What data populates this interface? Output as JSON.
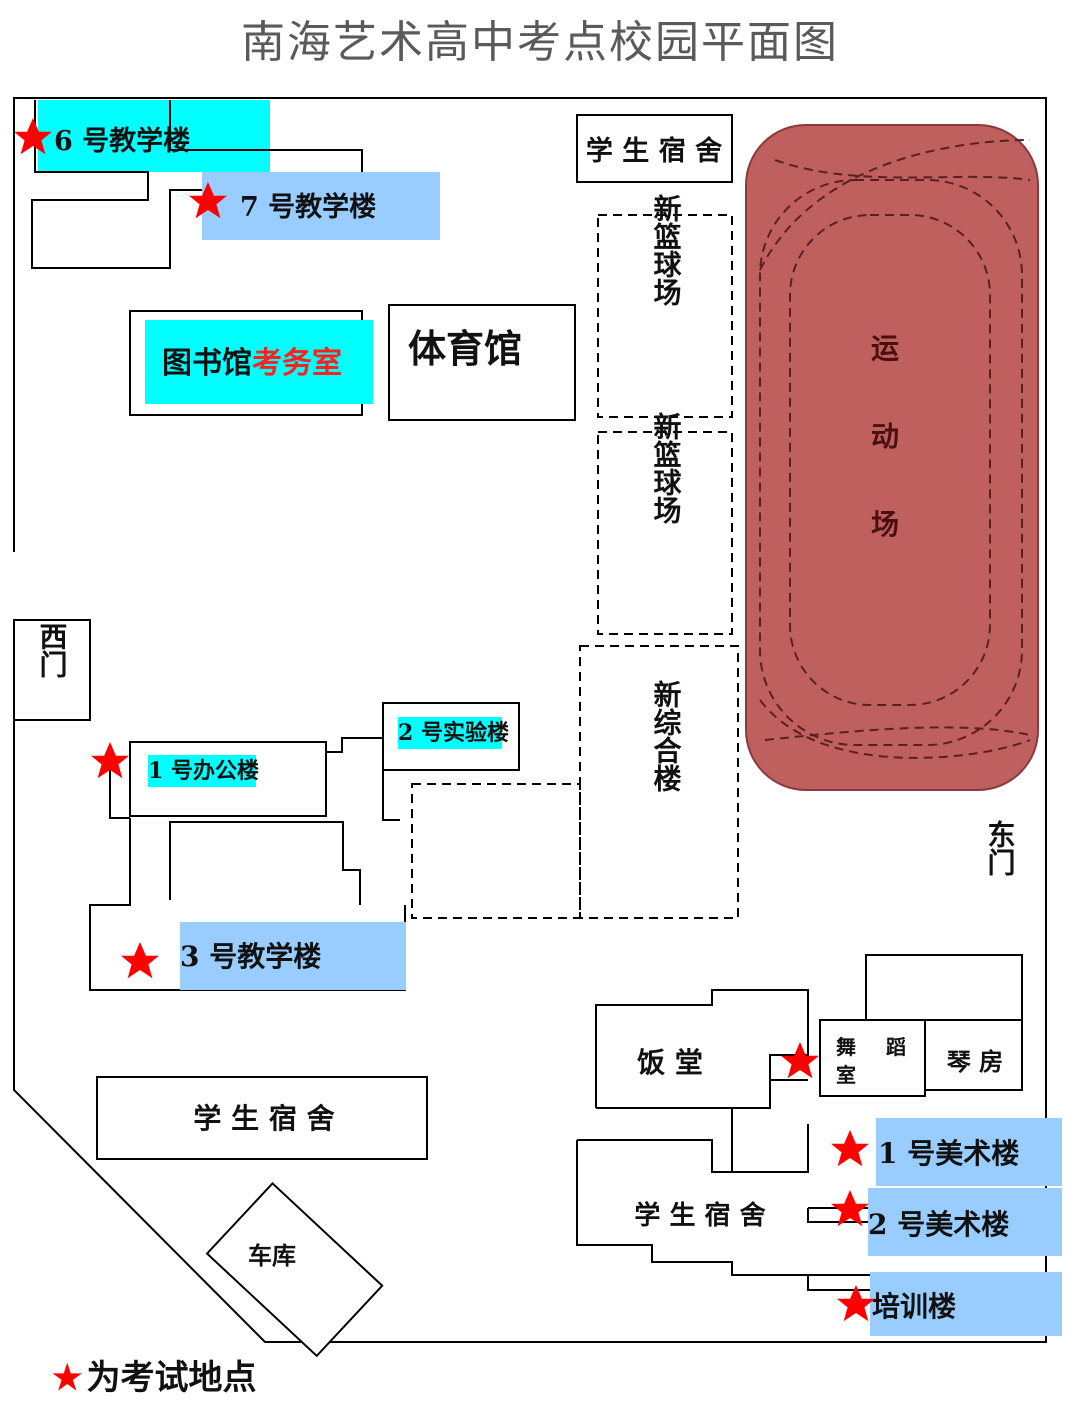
{
  "title": "南海艺术高中考点校园平面图",
  "colors": {
    "cyan": "#00ffff",
    "light_blue": "#99ccff",
    "track_fill": "#c0605e",
    "track_stroke": "#8a3a3a",
    "star": "#ff0000",
    "line": "#000000"
  },
  "buildings": {
    "teaching6": "6 号教学楼",
    "teaching7": "7 号教学楼",
    "dorm_top": "学 生 宿 舍",
    "library": "图书馆",
    "exam_office": "考务室",
    "gym": "体育馆",
    "basketball1": "新篮球场",
    "basketball2": "新篮球场",
    "sports_field": "运动场",
    "west_gate": "西门",
    "lab2": "2 号实验楼",
    "office1": "1 号办公楼",
    "complex": "新综合楼",
    "teaching3": "3 号教学楼",
    "east_gate": "东门",
    "dorm_left": "学 生 宿 舍",
    "garage": "车库",
    "canteen": "饭 堂",
    "dance": "舞蹈室",
    "piano": "琴 房",
    "art1": "1 号美术楼",
    "art2": "2 号美术楼",
    "dorm_right": "学 生 宿 舍",
    "training": "培训楼"
  },
  "legend": {
    "star_icon": "red-star-icon",
    "text": "为考试地点"
  }
}
